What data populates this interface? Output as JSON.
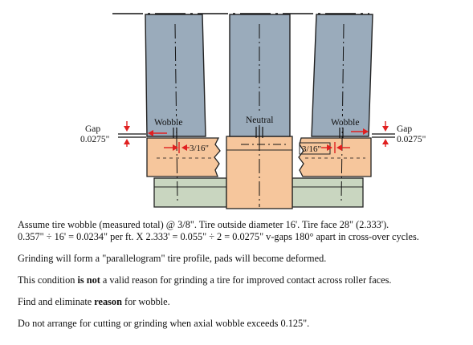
{
  "labels": {
    "wobble_left": "Wobble",
    "neutral": "Neutral",
    "wobble_right": "Wobble",
    "gap_left": "Gap",
    "gap_left_value": "0.0275\"",
    "gap_right": "Gap",
    "gap_right_value": "0.0275\"",
    "offset_left": "3/16\"",
    "offset_right": "3/16\""
  },
  "notes": {
    "line1": "Assume tire wobble (measured total) @ 3/8\".  Tire outside diameter 16'.  Tire face 28\" (2.333').",
    "line2": "0.357\" ÷ 16'  =  0.0234\" per ft.  X 2.333' = 0.055\" ÷ 2 = 0.0275\" v-gaps 180° apart in cross-over cycles.",
    "line3": "Grinding will form a \"parallelogram\" tire profile, pads will become deformed.",
    "line4_a": "This condition ",
    "line4_b": "is not",
    "line4_c": " a valid reason for grinding a tire for improved contact across roller faces.",
    "line5_a": "Find and eliminate ",
    "line5_b": "reason",
    "line5_c": " for wobble.",
    "line6": "Do not arrange for cutting or grinding when axial wobble exceeds 0.125\"."
  },
  "colors": {
    "tire": "#9aabbb",
    "pad": "#f6c69c",
    "base": "#c9d6c0",
    "arrow": "#e02020",
    "outline": "#222222"
  }
}
